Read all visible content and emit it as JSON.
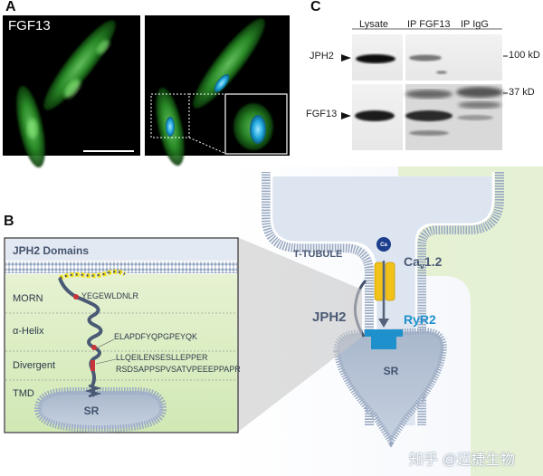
{
  "panel_a": {
    "letter": "A",
    "channel_label": "FGF13"
  },
  "panel_b": {
    "letter": "B",
    "domains_title": "JPH2 Domains",
    "domains": [
      {
        "name": "MORN",
        "sequence": "YEGEWLDNLR"
      },
      {
        "name": "α-Helix",
        "sequence": "ELAPDFYQPGPEYQK"
      },
      {
        "name": "Divergent",
        "sequence": "LLQEILENSESLLEPPER"
      },
      {
        "name": "TMD",
        "sequence": "RSDSAPPSPVSATVPEEEPPAPR"
      }
    ],
    "sr_label_inset": "SR",
    "t_tubule_label": "T-TUBULE",
    "ca_ion_label": "Ca",
    "ca_channel_label": "Ca",
    "ca_channel_sub": "v",
    "ca_channel_suffix": "1.2",
    "jph2_label": "JPH2",
    "ryr2_label": "RyR2",
    "sr_label_cell": "SR"
  },
  "panel_c": {
    "letter": "C",
    "lanes": [
      "Lysate",
      "IP FGF13",
      "IP IgG"
    ],
    "row_labels": [
      "JPH2",
      "FGF13"
    ],
    "mw_markers": [
      "100 kD",
      "37 kD"
    ]
  },
  "watermark": "知乎 @迈捷生物",
  "colors": {
    "membrane_blue": "#8fa3bf",
    "jph2_dark": "#4a5a75",
    "ryr2_blue": "#1e90cc",
    "ca_channel_yellow": "#f2c21a",
    "domain_red": "#c8343a",
    "inset_green": "#d9ecc0"
  }
}
